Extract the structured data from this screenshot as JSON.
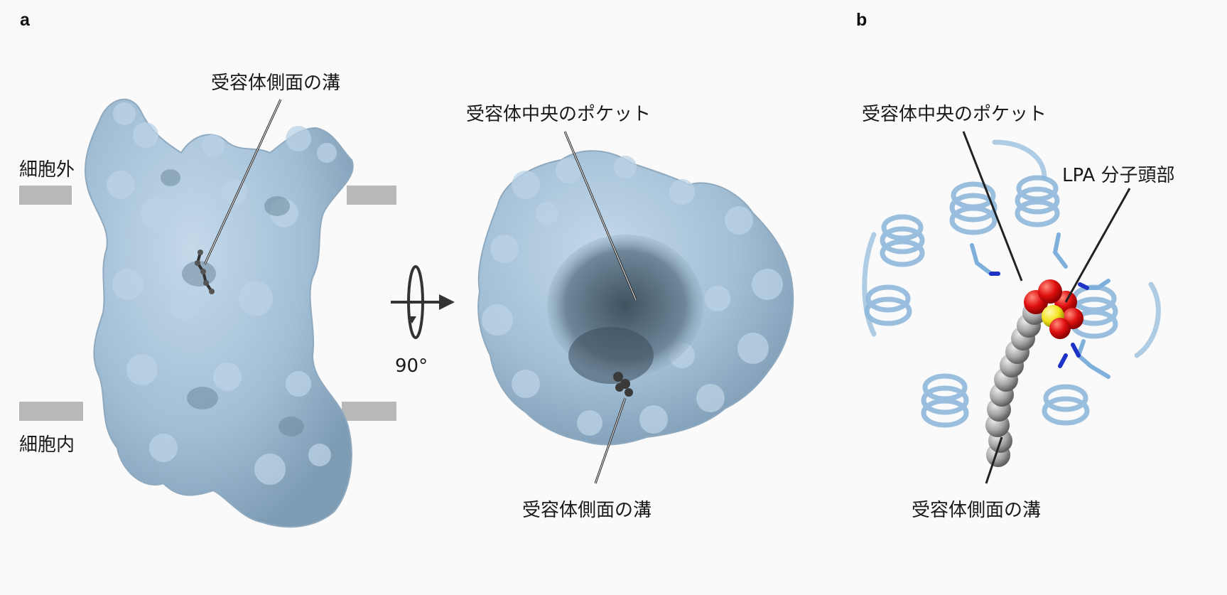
{
  "panels": {
    "a": "a",
    "b": "b"
  },
  "panel_a": {
    "extracellular_label": "細胞外",
    "intracellular_label": "細胞内",
    "side_groove_label_top": "受容体側面の溝",
    "central_pocket_label": "受容体中央のポケット",
    "side_groove_label_bottom": "受容体側面の溝",
    "rotation_label": "90°"
  },
  "panel_b": {
    "central_pocket_label": "受容体中央のポケット",
    "lpa_head_label": "LPA 分子頭部",
    "side_groove_label": "受容体側面の溝"
  },
  "colors": {
    "surface": "#a7c4dc",
    "surface_dark": "#6f8ea6",
    "helix": "#8fb8dc",
    "ligand_tail": "#9a9a9a",
    "oxygen": "#e01010",
    "phosphorus": "#f2e21c",
    "membrane": "#b9b9b9"
  }
}
